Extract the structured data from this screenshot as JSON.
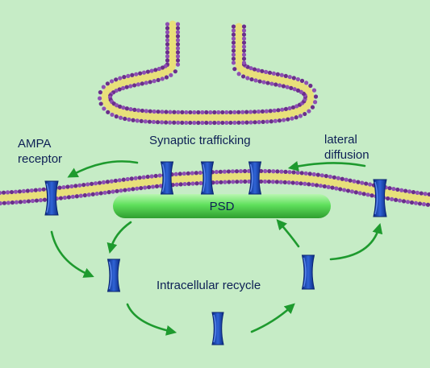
{
  "labels": {
    "ampa_line1": "AMPA",
    "ampa_line2": "receptor",
    "synaptic_trafficking": "Synaptic trafficking",
    "lateral_line1": "lateral",
    "lateral_line2": "diffusion",
    "psd": "PSD",
    "intracellular_recycle": "Intracellular recycle"
  },
  "colors": {
    "background": "#c6ecc6",
    "lipid_head_purple": "#6a2e8c",
    "lipid_head_yellow": "#e8e07a",
    "receptor_blue": "#1a49b8",
    "psd_green": "#5ee05e",
    "arrow_green": "#1e9a2e",
    "text": "#0d1f55"
  }
}
